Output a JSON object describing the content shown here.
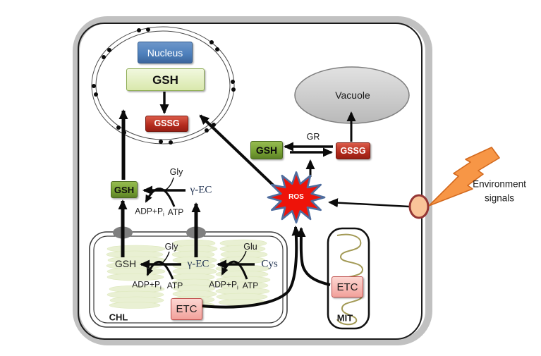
{
  "nucleus": {
    "title": "Nucleus",
    "gsh": "GSH",
    "gssg": "GSSG"
  },
  "vacuole": {
    "label": "Vacuole"
  },
  "redox": {
    "gsh": "GSH",
    "gssg": "GSSG",
    "enzyme": "GR"
  },
  "ros": {
    "label": "ROS"
  },
  "environment": {
    "line1": "Environment",
    "line2": "signals"
  },
  "cytosol_synthesis": {
    "gsh": "GSH",
    "gamma_ec": "γ-EC",
    "gly": "Gly",
    "adp": "ADP+P",
    "adp_sub": "i",
    "atp": "ATP"
  },
  "chloroplast": {
    "label": "CHL",
    "gsh": "GSH",
    "gamma_ec": "γ-EC",
    "cys": "Cys",
    "gly": "Gly",
    "glu": "Glu",
    "adp1": "ADP+P",
    "adp1_sub": "i",
    "atp1": "ATP",
    "adp2": "ADP+P",
    "adp2_sub": "i",
    "atp2": "ATP",
    "etc": "ETC"
  },
  "mitochondria": {
    "label": "MIT",
    "etc": "ETC"
  },
  "colors": {
    "wall_gray": "#c1c1c1",
    "nucleus_blue": "#4f81bd",
    "gsh_light": "#d9e8ac",
    "gsh_dark": "#76a033",
    "gssg_red": "#b42b1d",
    "etc_pink": "#f2a19b",
    "ros_red": "#ee1309",
    "ros_border": "#4f6d9e",
    "bolt_orange": "#f79646",
    "bolt_border": "#d2691e",
    "receptor_fill": "#f9c499",
    "receptor_border": "#943634",
    "thylakoid_green": "#e9f0d3",
    "cristae_tan": "#a39a56",
    "serif_text": "#1f3150"
  }
}
